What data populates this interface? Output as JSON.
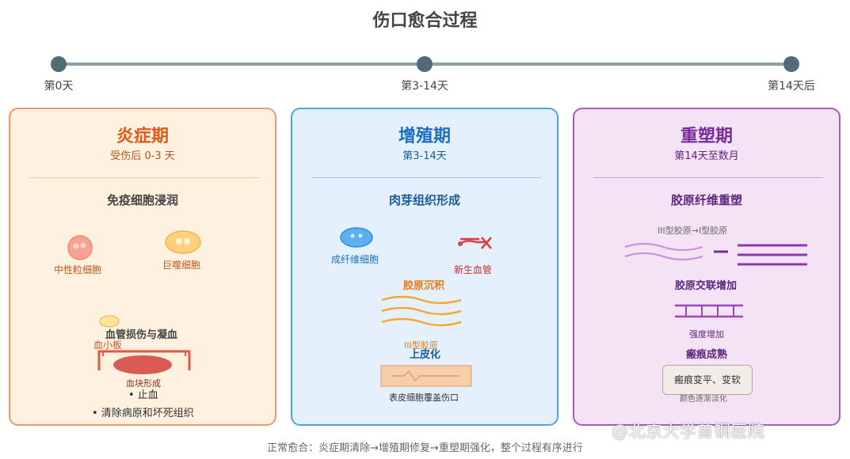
{
  "title": "伤口愈合过程",
  "timeline": {
    "labels": [
      "第0天",
      "第3-14天",
      "第14天后"
    ]
  },
  "phases": {
    "inflammation": {
      "title": "炎症期",
      "subtitle": "受伤后 0-3 天",
      "heading": "免疫细胞浸润",
      "cell_neutrophil": "中性粒细胞",
      "cell_macrophage": "巨噬细胞",
      "vessel_heading": "血管损伤与凝血",
      "platelet": "血小板",
      "clot": "血块形成",
      "bullet_1": "• 止血",
      "bullet_2": "• 清除病原和坏死组织",
      "color": "#e05a14"
    },
    "proliferation": {
      "title": "增殖期",
      "subtitle": "第3-14天",
      "heading": "肉芽组织形成",
      "fibroblast": "成纤维细胞",
      "new_vessel": "新生血管",
      "collagen_heading": "胶原沉积",
      "collagen_type": "III型胶原",
      "epithelial_heading": "上皮化",
      "epithelial_caption": "表皮细胞覆盖伤口",
      "color": "#1d6fc0"
    },
    "remodeling": {
      "title": "重塑期",
      "subtitle": "第14天至数月",
      "heading": "胶原纤维重塑",
      "collagen_switch": "III型胶原→I型胶原",
      "crosslink_heading": "胶原交联增加",
      "strength": "强度增加",
      "scar_heading": "瘢痕成熟",
      "scar_box": "瘢痕变平、变软",
      "scar_caption": "颜色逐渐淡化",
      "color": "#7b2a9b"
    }
  },
  "footer": "正常愈合：炎症期清除→增殖期修复→重塑期强化，整个过程有序进行",
  "watermark": "@北京大学首钢医院"
}
